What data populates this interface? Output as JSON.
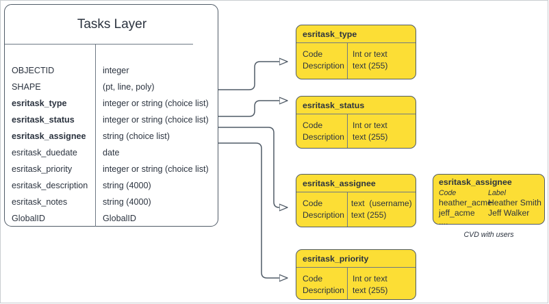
{
  "diagram": {
    "main_entity": {
      "title": "Tasks Layer",
      "fields": [
        {
          "name": "OBJECTID",
          "type": "integer",
          "bold": false
        },
        {
          "name": "SHAPE",
          "type": "(pt, line, poly)",
          "bold": false
        },
        {
          "name": "esritask_type",
          "type": "integer or string (choice list)",
          "bold": true
        },
        {
          "name": "esritask_status",
          "type": "integer or string (choice list)",
          "bold": true
        },
        {
          "name": "esritask_assignee",
          "type": "string (choice list)",
          "bold": true
        },
        {
          "name": "esritask_duedate",
          "type": "date",
          "bold": false
        },
        {
          "name": "esritask_priority",
          "type": "integer or string (choice list)",
          "bold": false
        },
        {
          "name": "esritask_description",
          "type": "string (4000)",
          "bold": false
        },
        {
          "name": "esritask_notes",
          "type": "string (4000)",
          "bold": false
        },
        {
          "name": "GlobalID",
          "type": "GlobalID",
          "bold": false
        }
      ]
    },
    "lookup_tables": [
      {
        "title": "esritask_type",
        "left_lines": "Code\nDescription",
        "right_lines": "Int or text\ntext (255)"
      },
      {
        "title": "esritask_status",
        "left_lines": "Code\nDescription",
        "right_lines": "Int or text\ntext (255)"
      },
      {
        "title": "esritask_assignee",
        "left_lines": "Code\nDescription",
        "right_lines": "text  (username)\ntext (255)"
      },
      {
        "title": "esritask_priority",
        "left_lines": "Code\nDescription",
        "right_lines": "Int or text\ntext (255)"
      }
    ],
    "cvd_box": {
      "title": "esritask_assignee",
      "header_code": "Code",
      "header_label": "Label",
      "rows": [
        {
          "code": "heather_acme",
          "label": "Heather Smith"
        },
        {
          "code": "jeff_acme",
          "label": "Jeff Walker"
        }
      ],
      "ellipsis": "....",
      "caption": "CVD with users"
    },
    "colors": {
      "lookup_fill": "#FCDE35",
      "border": "#4f5a66",
      "text": "#2b333f",
      "page_border": "#c8ccd0"
    }
  }
}
